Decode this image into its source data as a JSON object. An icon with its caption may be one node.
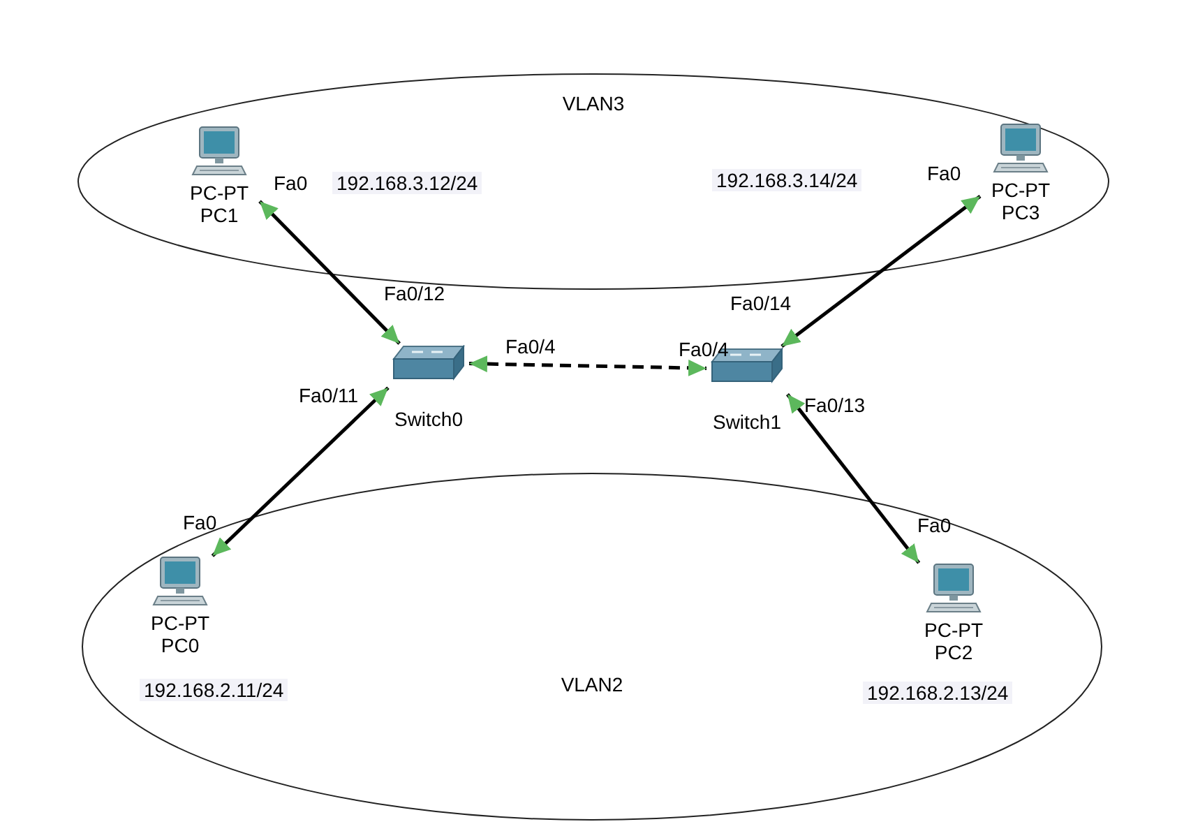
{
  "diagram": {
    "nodes": [
      {
        "text": [
          "VLAN3"
        ]
      },
      {
        "text": [
          "VLAN2"
        ]
      },
      {
        "text": [
          "PC-PT",
          "PC1"
        ],
        "in": 0
      },
      {
        "text": [
          "PC-PT",
          "PC3"
        ],
        "in": 0
      },
      {
        "text": [
          "PC-PT",
          "PC0"
        ],
        "in": 1
      },
      {
        "text": [
          "PC-PT",
          "PC2"
        ],
        "in": 1
      },
      {
        "text": [
          "Switch0"
        ]
      },
      {
        "text": [
          "Switch1"
        ]
      }
    ],
    "edges": [
      {
        "from": 2,
        "to": 6,
        "arrow": "both"
      },
      {
        "from": 3,
        "to": 7,
        "arrow": "both"
      },
      {
        "from": 6,
        "to": 7,
        "arrow": "both",
        "style": "dashed"
      },
      {
        "from": 6,
        "to": 4,
        "arrow": "both"
      },
      {
        "from": 7,
        "to": 5,
        "arrow": "both"
      }
    ],
    "labels": [
      "Fa0",
      "192.168.3.12/24",
      "192.168.3.14/24",
      "Fa0",
      "Fa0/12",
      "Fa0/14",
      "Fa0/4",
      "Fa0/4",
      "Fa0/11",
      "Fa0/13",
      "Fa0",
      "Fa0",
      "192.168.2.11/24",
      "192.168.2.13/24"
    ]
  }
}
